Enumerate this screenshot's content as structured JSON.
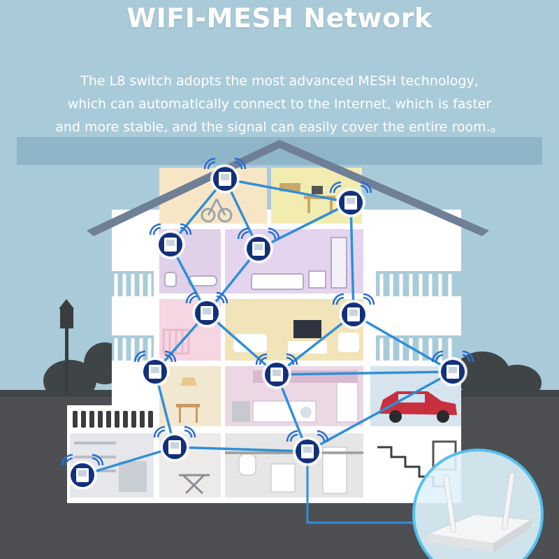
{
  "header": {
    "title": "WIFI-MESH Network",
    "description_lines": [
      "The L8 switch adopts the most advanced MESH technology,",
      "which can automatically connect to the Internet, which is faster",
      "and more stable, and the signal can easily cover the entire room.。"
    ]
  },
  "colors": {
    "sky": "#a9cbd9",
    "band": "#8fb6c8",
    "roof": "#6f7f95",
    "wall": "#ffffff",
    "ground": "#4d4f52",
    "link_line": "#2f8fd8",
    "switch_ring": "#13307a",
    "wifi_arc": "#2a6fd0"
  },
  "rooms": [
    {
      "id": "attic-gym",
      "icon": "exercise-bike-icon"
    },
    {
      "id": "attic-study",
      "icon": "desk-icon"
    },
    {
      "id": "bathroom",
      "icon": "bathtub-icon"
    },
    {
      "id": "bedroom",
      "icon": "bed-icon"
    },
    {
      "id": "nursery",
      "icon": "crib-icon"
    },
    {
      "id": "living-room",
      "icon": "tv-icon"
    },
    {
      "id": "dining",
      "icon": "dining-table-icon"
    },
    {
      "id": "kitchen",
      "icon": "stove-icon"
    },
    {
      "id": "garage",
      "icon": "car-icon"
    },
    {
      "id": "storage",
      "icon": "shelf-icon"
    },
    {
      "id": "laundry",
      "icon": "ironing-board-icon"
    },
    {
      "id": "boiler",
      "icon": "boiler-icon"
    }
  ],
  "devices": {
    "switch_icon": "smart-switch-icon",
    "router_icon": "router-icon"
  }
}
